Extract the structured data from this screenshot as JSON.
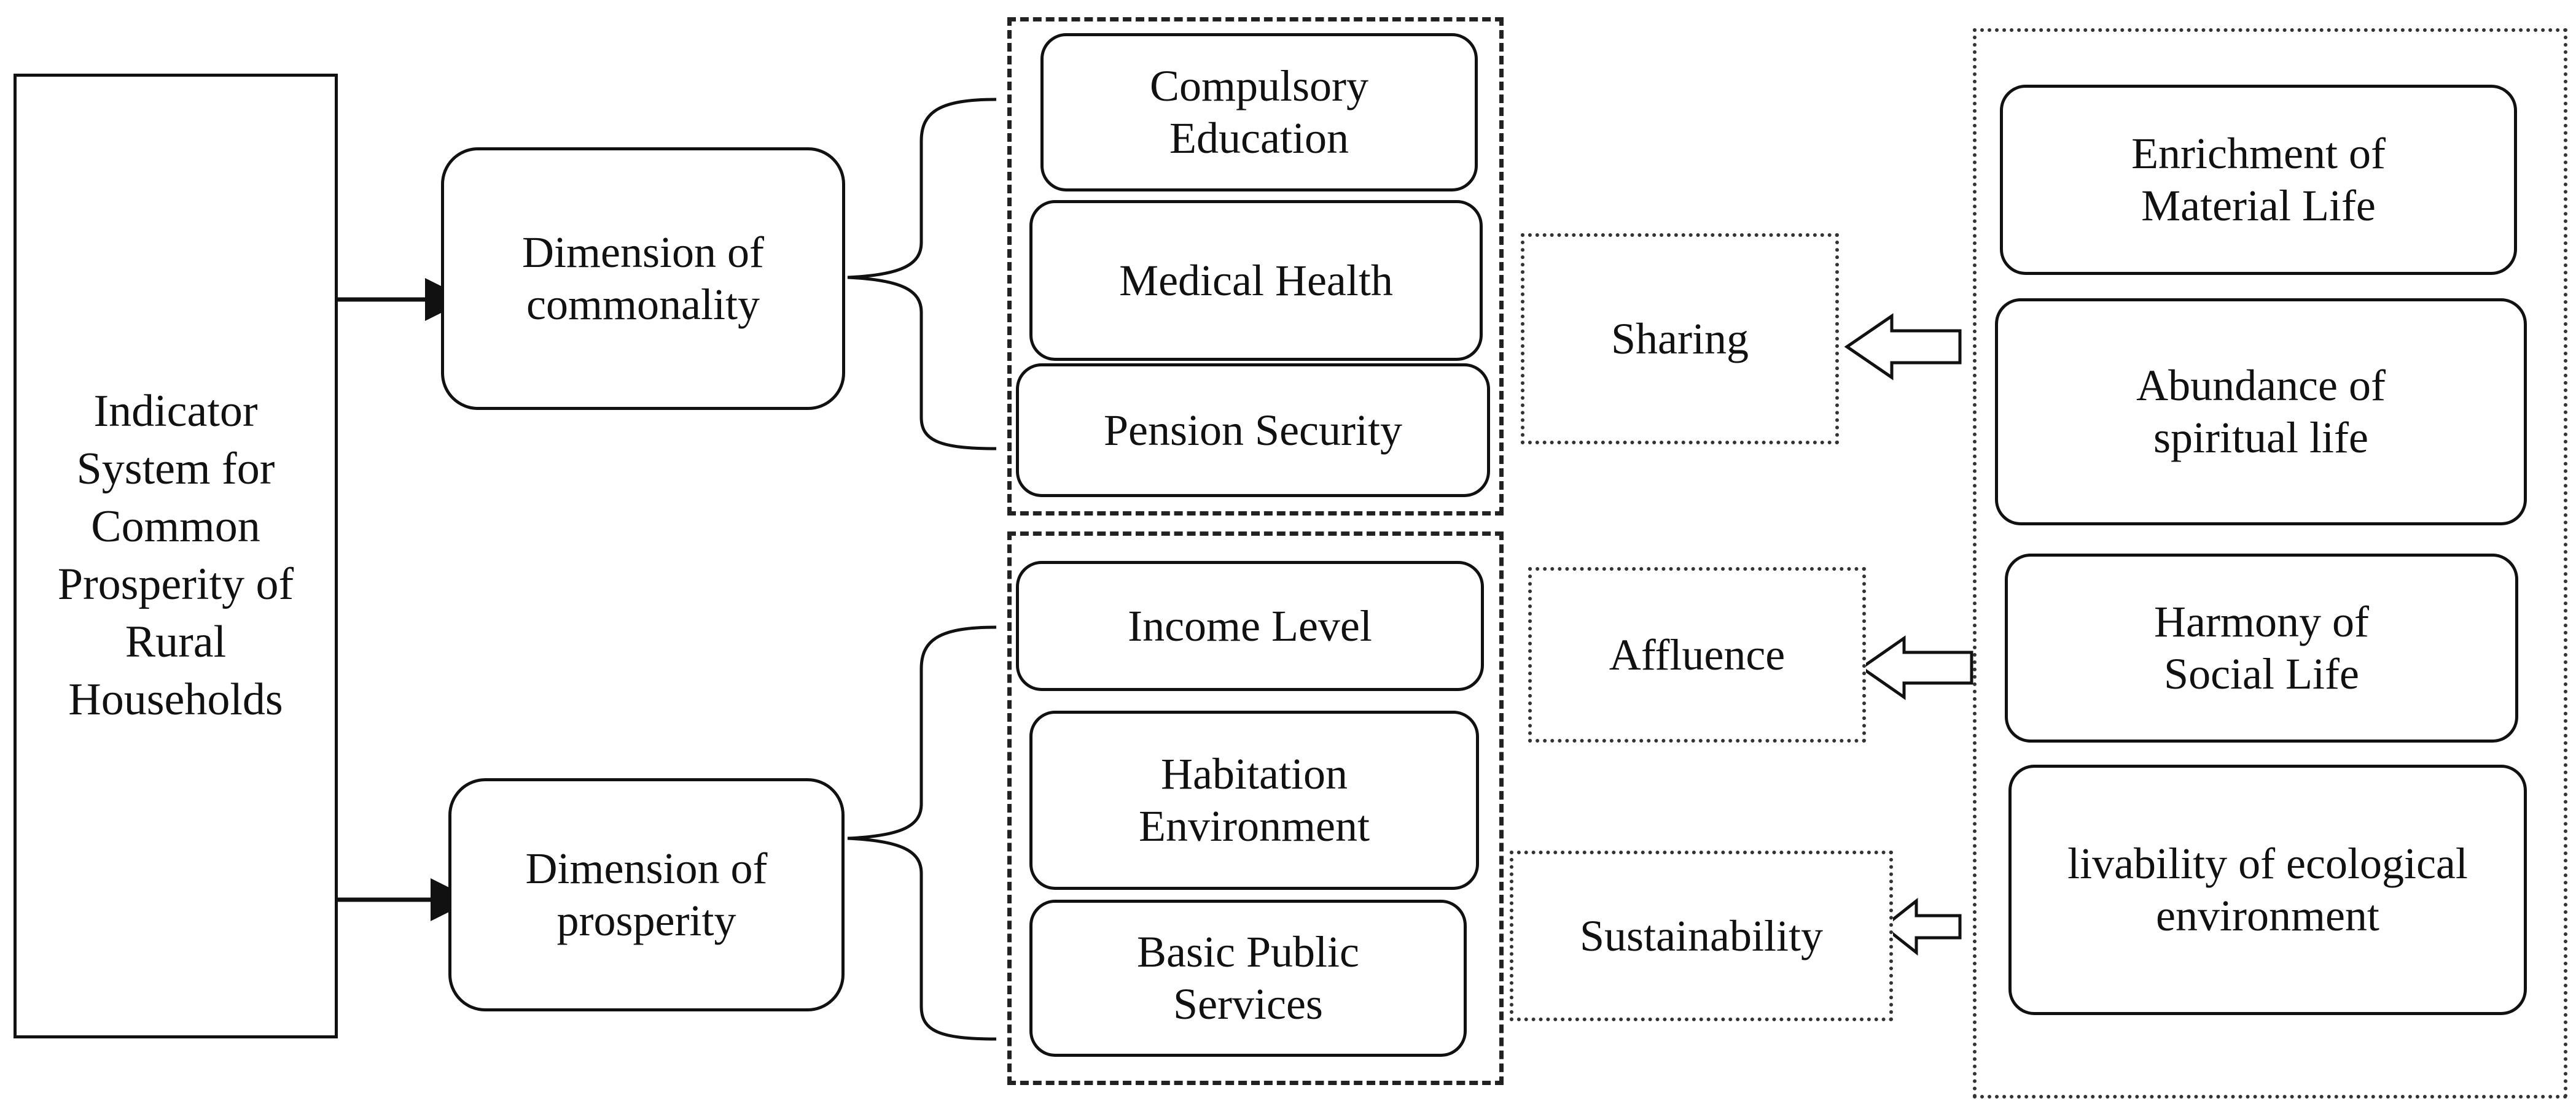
{
  "root": {
    "label": "Indicator\nSystem for\nCommon\nProsperity of\nRural\nHouseholds"
  },
  "dimensions": {
    "commonality": "Dimension of\ncommonality",
    "prosperity": "Dimension of\nprosperity"
  },
  "commonality_indicators": [
    "Compulsory\nEducation",
    "Medical Health",
    "Pension Security"
  ],
  "prosperity_indicators": [
    "Income Level",
    "Habitation\nEnvironment",
    "Basic Public\nServices"
  ],
  "principles": [
    "Sharing",
    "Affluence",
    "Sustainability"
  ],
  "life_aspects": [
    "Enrichment of\nMaterial Life",
    "Abundance of\nspiritual life",
    "Harmony of\nSocial Life",
    "livability of ecological\nenvironment"
  ]
}
